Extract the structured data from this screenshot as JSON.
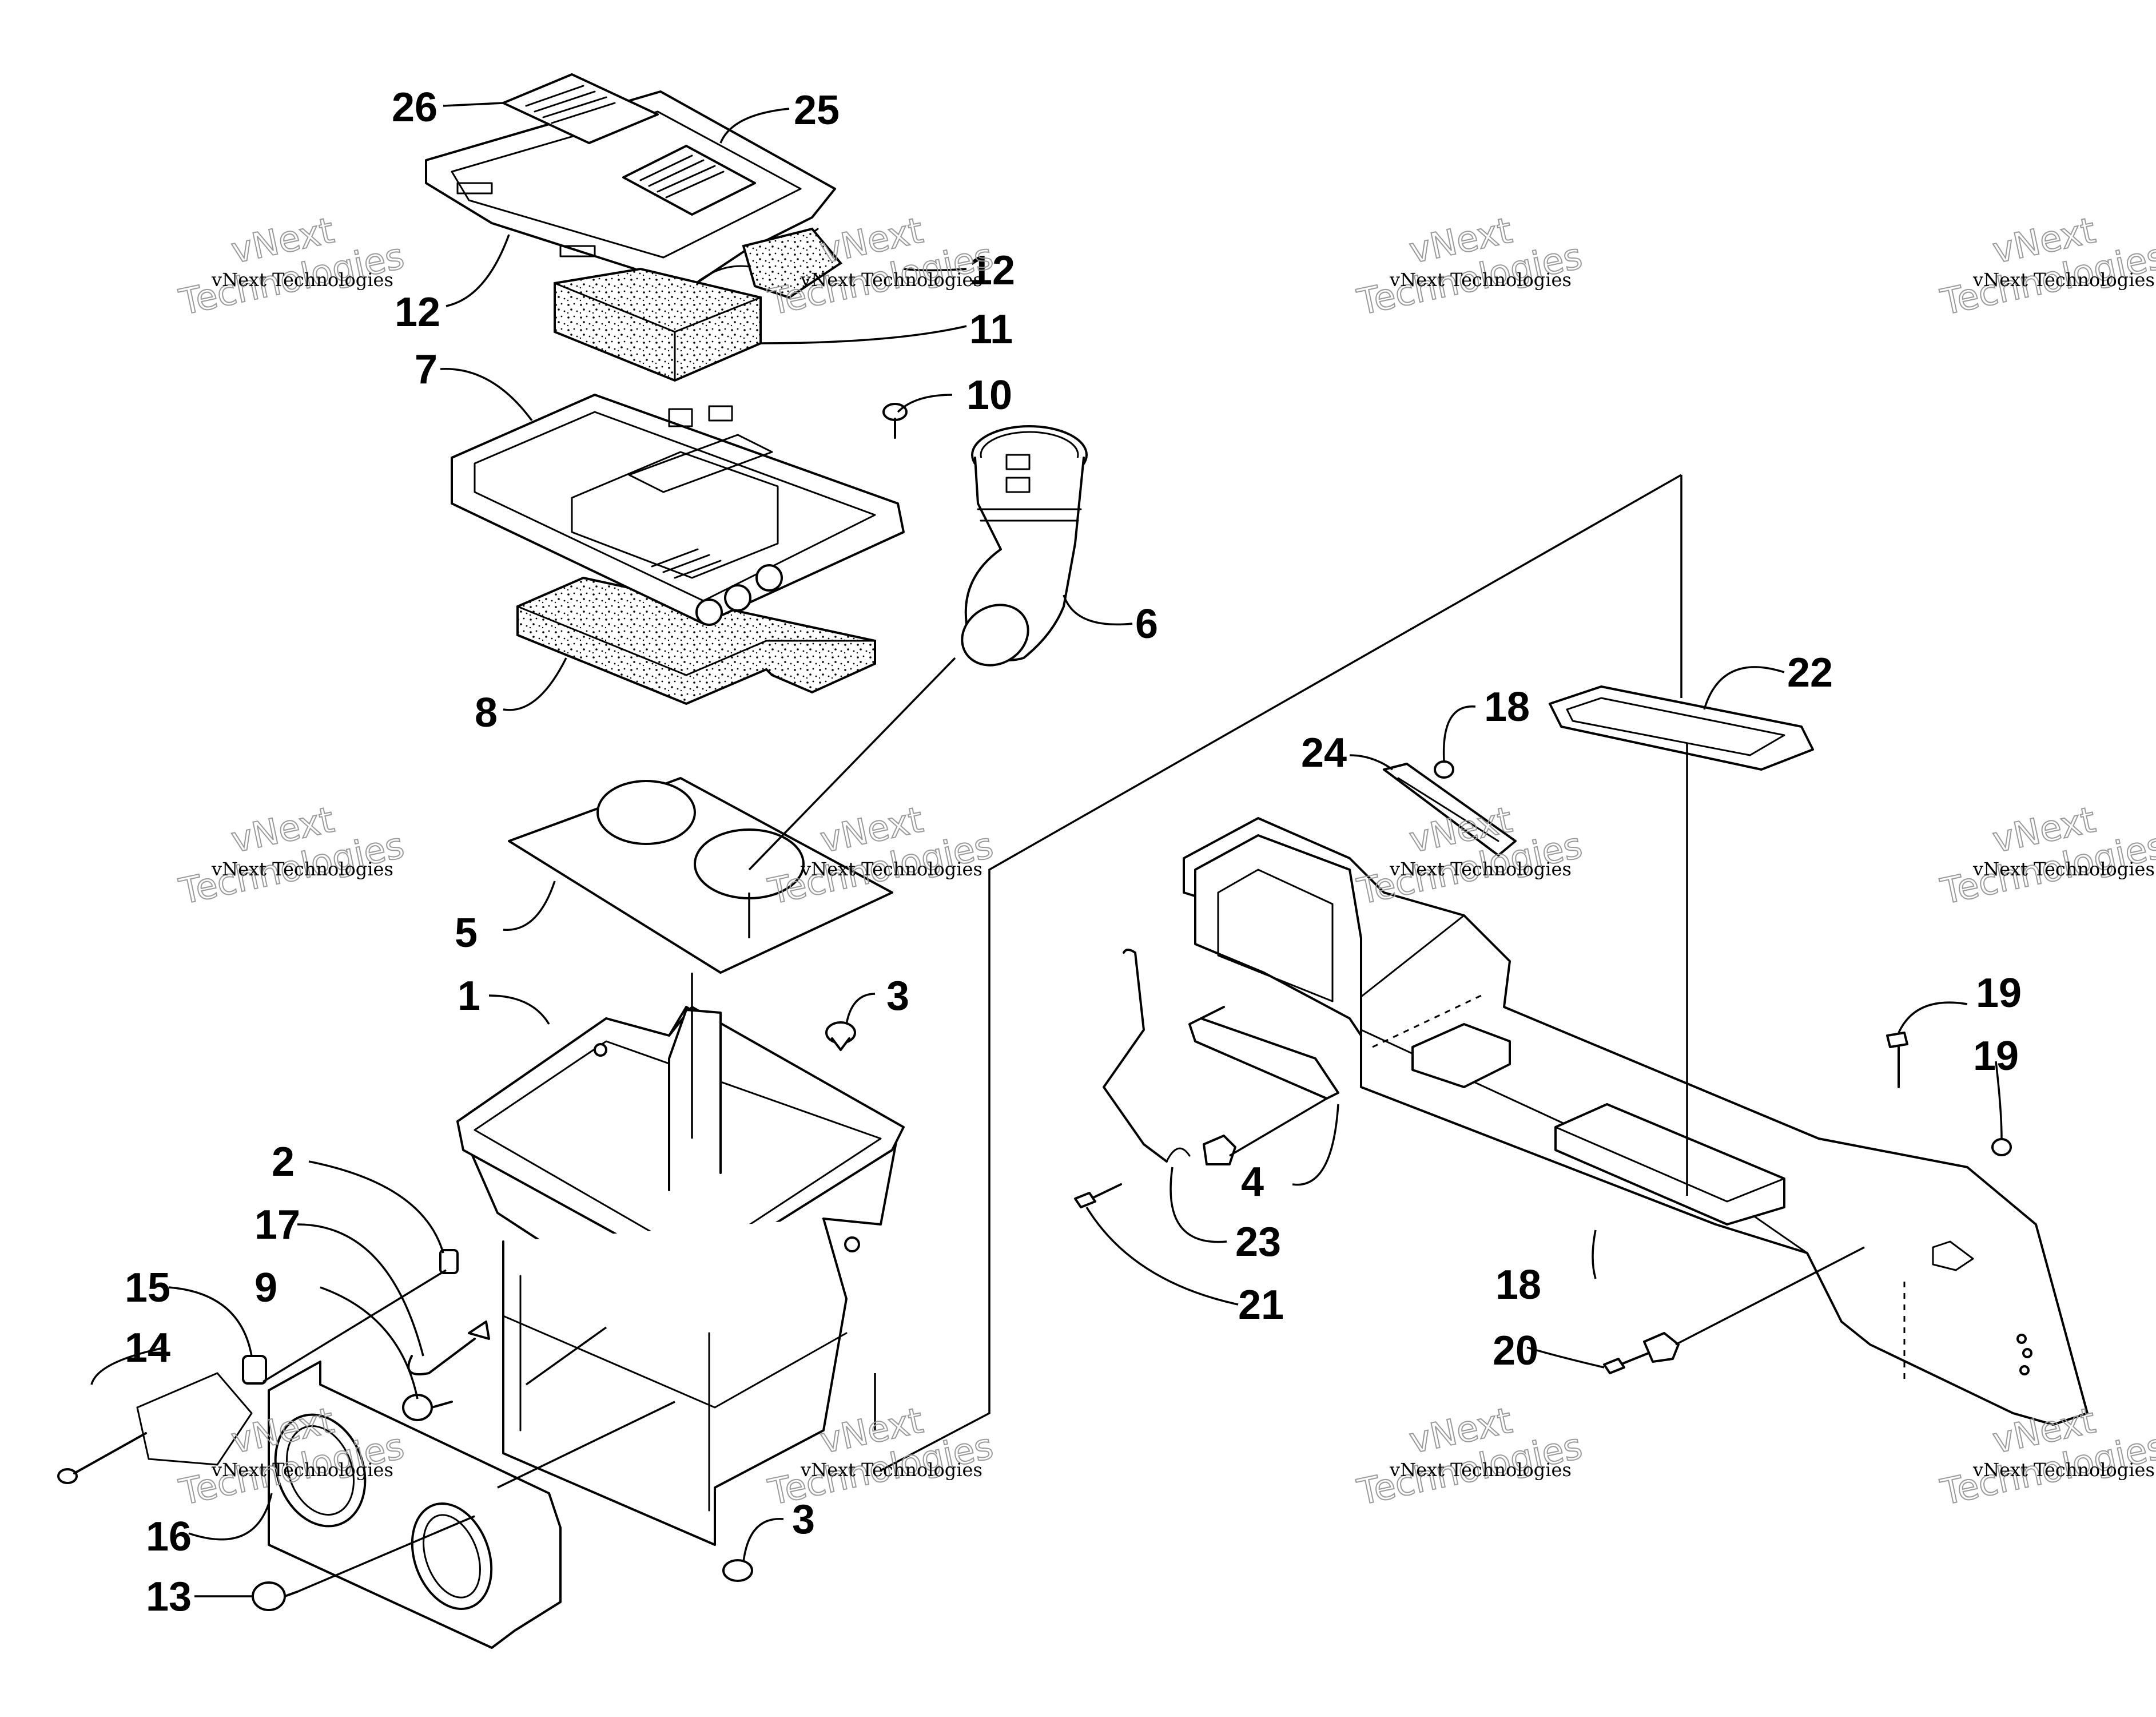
{
  "callouts": [
    {
      "id": "c1",
      "text": "1"
    },
    {
      "id": "c2",
      "text": "2"
    },
    {
      "id": "c3a",
      "text": "3"
    },
    {
      "id": "c3b",
      "text": "3"
    },
    {
      "id": "c4",
      "text": "4"
    },
    {
      "id": "c5",
      "text": "5"
    },
    {
      "id": "c6",
      "text": "6"
    },
    {
      "id": "c7",
      "text": "7"
    },
    {
      "id": "c8",
      "text": "8"
    },
    {
      "id": "c9",
      "text": "9"
    },
    {
      "id": "c10",
      "text": "10"
    },
    {
      "id": "c11",
      "text": "11"
    },
    {
      "id": "c12a",
      "text": "12"
    },
    {
      "id": "c12b",
      "text": "12"
    },
    {
      "id": "c13",
      "text": "13"
    },
    {
      "id": "c14",
      "text": "14"
    },
    {
      "id": "c15",
      "text": "15"
    },
    {
      "id": "c16",
      "text": "16"
    },
    {
      "id": "c17",
      "text": "17"
    },
    {
      "id": "c18a",
      "text": "18"
    },
    {
      "id": "c18b",
      "text": "18"
    },
    {
      "id": "c19a",
      "text": "19"
    },
    {
      "id": "c19b",
      "text": "19"
    },
    {
      "id": "c20",
      "text": "20"
    },
    {
      "id": "c21",
      "text": "21"
    },
    {
      "id": "c22",
      "text": "22"
    },
    {
      "id": "c23",
      "text": "23"
    },
    {
      "id": "c24",
      "text": "24"
    },
    {
      "id": "c25",
      "text": "25"
    },
    {
      "id": "c26",
      "text": "26"
    }
  ],
  "watermark": {
    "brand_line": "vNext Technologies",
    "big_line_1": "vNext",
    "big_line_2": "Technologies"
  }
}
